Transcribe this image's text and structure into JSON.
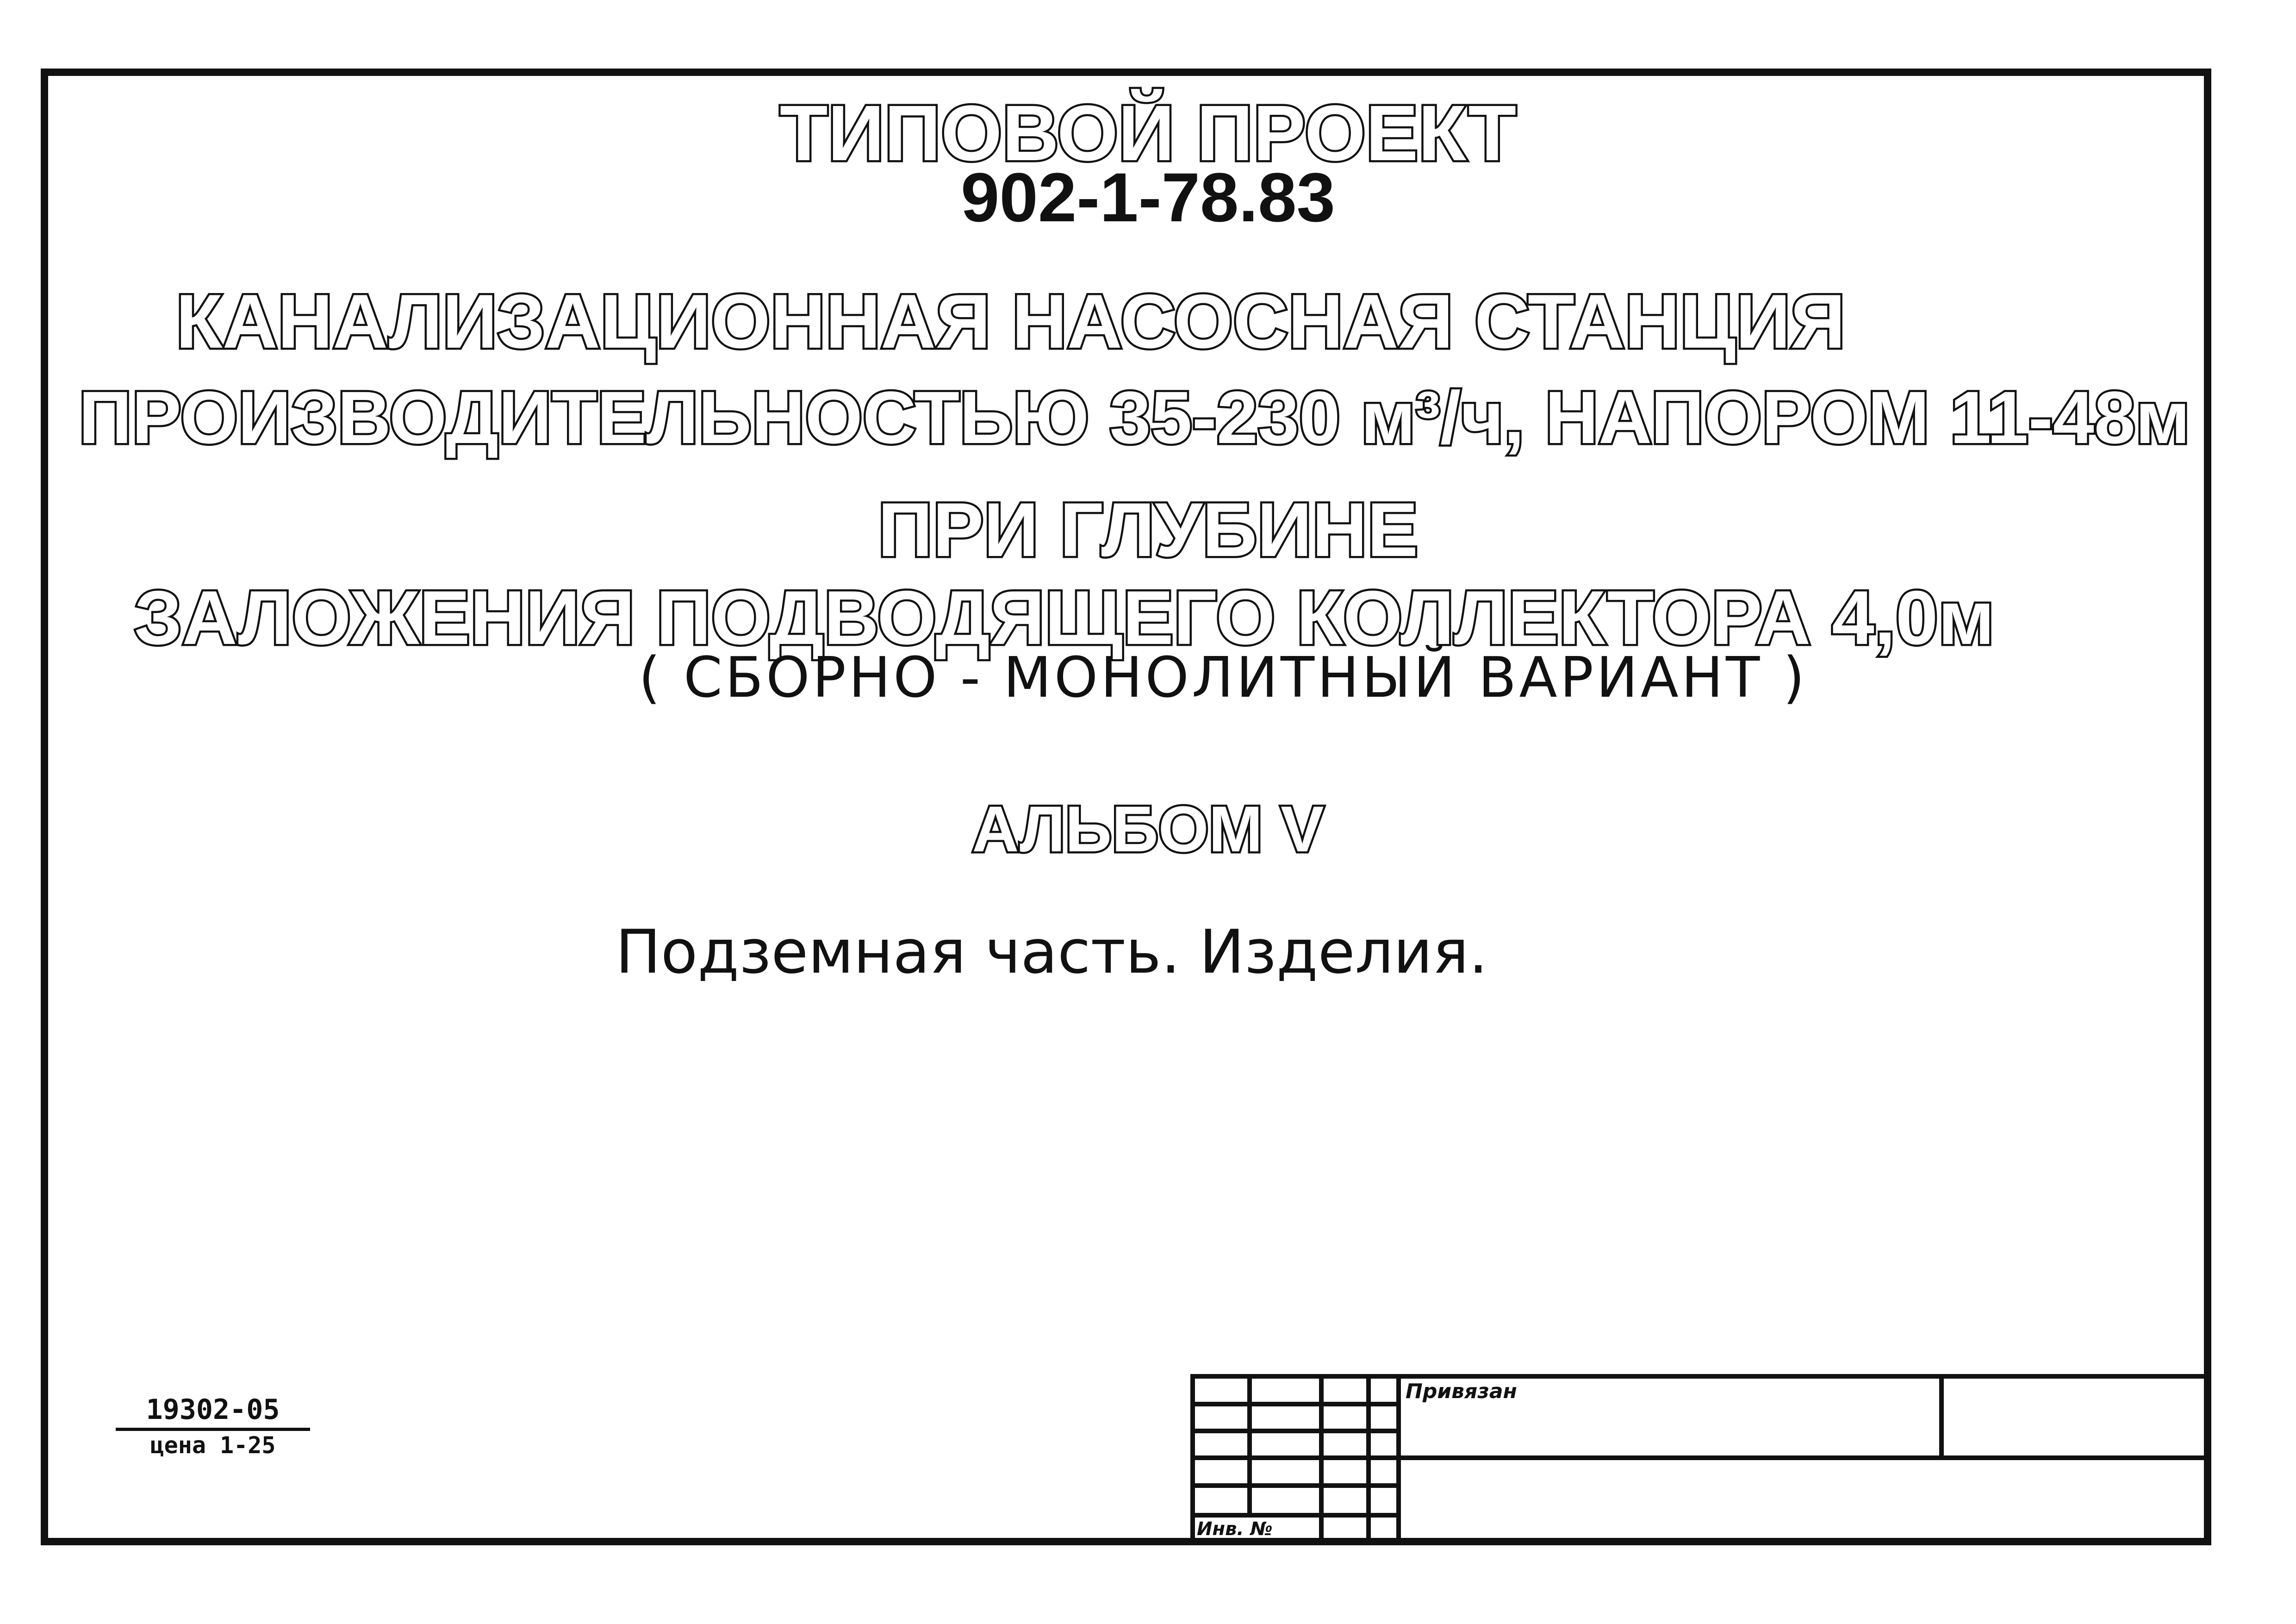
{
  "document": {
    "header": "ТИПОВОЙ ПРОЕКТ",
    "project_number": "902-1-78.83",
    "title_line_1": "КАНАЛИЗАЦИОННАЯ НАСОСНАЯ СТАНЦИЯ",
    "title_line_2": "ПРОИЗВОДИТЕЛЬНОСТЬЮ 35-230 м³/ч, НАПОРОМ 11-48м",
    "title_line_3": "ПРИ ГЛУБИНЕ",
    "title_line_4": "ЗАЛОЖЕНИЯ ПОДВОДЯЩЕГО КОЛЛЕКТОРА 4,0м",
    "title_variant": "( СБОРНО - МОНОЛИТНЫЙ ВАРИАНТ )",
    "album": "АЛЬБОМ V",
    "album_subtitle": "Подземная часть. Изделия."
  },
  "stamp": {
    "inventory_code": "19302-05",
    "price": "цена 1-25"
  },
  "title_block": {
    "linked_label": "Привязан",
    "inventory_label": "Инв. №"
  }
}
